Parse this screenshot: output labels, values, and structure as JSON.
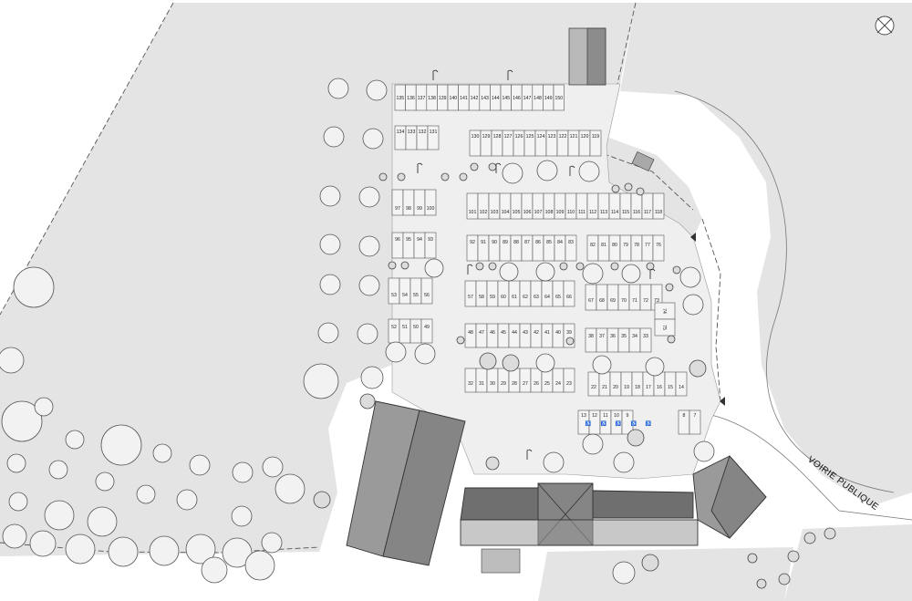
{
  "map": {
    "road_label": "VOIRIE PUBLIQUE",
    "parking_rows": [
      [
        "135",
        "136",
        "137",
        "138",
        "139",
        "140",
        "141",
        "142",
        "143",
        "144",
        "145",
        "146",
        "147",
        "148",
        "149",
        "150"
      ],
      [
        "134",
        "133",
        "132",
        "131"
      ],
      [
        "130",
        "129",
        "128",
        "127",
        "126",
        "125",
        "124",
        "123",
        "122",
        "121",
        "120",
        "119"
      ],
      [
        "97",
        "98",
        "99",
        "100"
      ],
      [
        "101",
        "102",
        "103",
        "104",
        "105",
        "106",
        "107",
        "108",
        "109",
        "110",
        "111",
        "112",
        "113",
        "114",
        "115",
        "116",
        "117",
        "118"
      ],
      [
        "96",
        "95",
        "94",
        "93"
      ],
      [
        "92",
        "91",
        "90",
        "89",
        "88",
        "87",
        "86",
        "85",
        "84",
        "83"
      ],
      [
        "82",
        "81",
        "80",
        "79",
        "78",
        "77",
        "76"
      ],
      [
        "53",
        "54",
        "55",
        "56"
      ],
      [
        "57",
        "58",
        "59",
        "60",
        "61",
        "62",
        "63",
        "64",
        "65",
        "66"
      ],
      [
        "67",
        "68",
        "69",
        "70",
        "71",
        "72",
        "73"
      ],
      [
        "52",
        "51",
        "50",
        "49"
      ],
      [
        "48",
        "47",
        "46",
        "45",
        "44",
        "43",
        "42",
        "41",
        "40",
        "39"
      ],
      [
        "38",
        "37",
        "36",
        "35",
        "34",
        "33"
      ],
      [
        "32",
        "31",
        "30",
        "29",
        "28",
        "27",
        "26",
        "25",
        "24",
        "23"
      ],
      [
        "22",
        "21",
        "20",
        "19",
        "18",
        "17",
        "16",
        "15",
        "14"
      ],
      [
        "13",
        "12",
        "11",
        "10",
        "9"
      ],
      [
        "8",
        "7"
      ]
    ],
    "vertical_stalls": [
      "74",
      "75"
    ],
    "accessible_symbol": "♿",
    "colors": {
      "lawn": "#e4e4e4",
      "paving": "#efefef",
      "building_light": "#9a9a9a",
      "building_mid": "#858585",
      "building_dark": "#6f6f6f"
    },
    "icons": [
      "north-arrow-icon",
      "tree-icon",
      "lamp-post-icon",
      "accessible-parking-icon",
      "direction-arrow-icon"
    ]
  }
}
